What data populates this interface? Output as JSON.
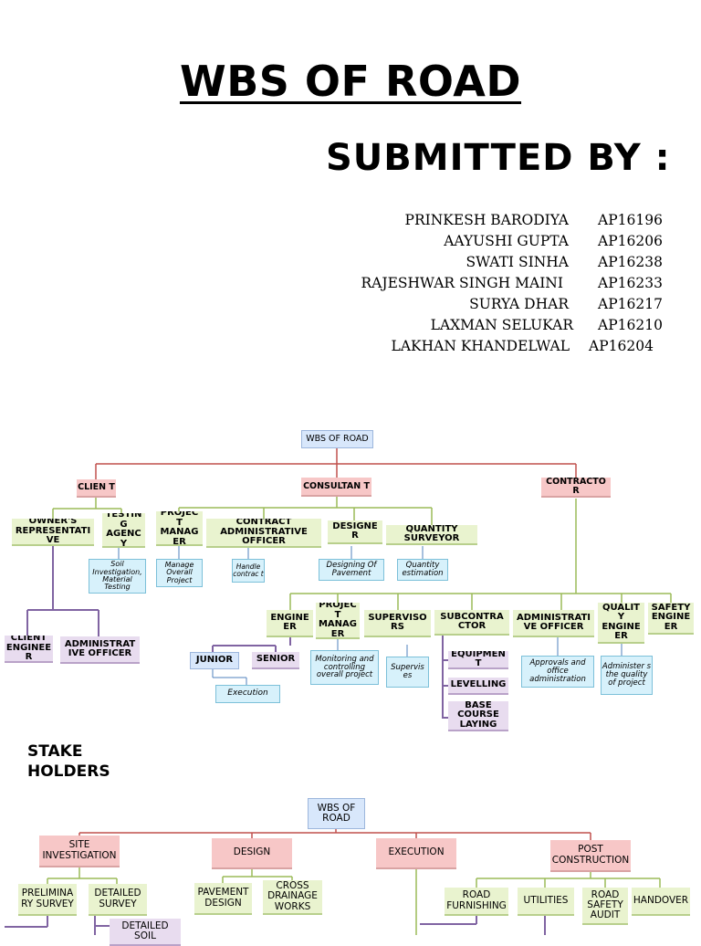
{
  "title": "WBS OF ROAD",
  "submitted_by": "SUBMITTED BY :",
  "members": [
    {
      "name": "PRINKESH BARODIYA",
      "id": "AP16196"
    },
    {
      "name": "AAYUSHI GUPTA",
      "id": "AP16206"
    },
    {
      "name": "SWATI SINHA",
      "id": "AP16238"
    },
    {
      "name": "RAJESHWAR SINGH MAINI",
      "id": "AP16233"
    },
    {
      "name": "SURYA DHAR",
      "id": "AP16217"
    },
    {
      "name": "LAXMAN SELUKAR",
      "id": "AP16210"
    },
    {
      "name": "LAKHAN KHANDELWAL",
      "id": "AP16204"
    }
  ],
  "stakeholders": {
    "section_label": "STAKE HOLDERS",
    "root": "WBS OF ROAD",
    "client": "CLIEN T",
    "consultant": "CONSULTAN T",
    "contractor": "CONTRACTO R",
    "owners_rep": "OWNER'S REPRESENTATI VE",
    "testing_agency": "TESTIN G AGENC Y",
    "client_engineer": "CLIENT ENGINEE R",
    "admin_officer_client": "ADMINISTRAT IVE OFFICER",
    "soil_testing": "Soil Investigation, Material Testing",
    "pm_consultant": "PROJEC T MANAG ER",
    "manage_project": "Manage Overall Project",
    "contract_admin": "CONTRACT ADMINISTRATIVE OFFICER",
    "handle_contract": "Handle contrac t",
    "designer": "DESIGNE R",
    "designing_pavement": "Designing Of Pavement",
    "quantity_surveyor": "QUANTITY SURVEYOR",
    "quantity_estimation": "Quantity estimation",
    "engineer": "ENGINE ER",
    "junior": "JUNIOR",
    "senior": "SENIOR",
    "execution_note": "Execution",
    "pm_contractor": "PROJEC T MANAG ER",
    "monitoring": "Monitoring and controlling overall project",
    "supervisors": "SUPERVISO RS",
    "supervises": "Supervis es",
    "subcontractor": "SUBCONTRA CTOR",
    "equipment": "EQUIPMEN T",
    "levelling": "LEVELLING",
    "base_course": "BASE COURSE LAYING",
    "admin_officer_contractor": "ADMINISTRATI VE OFFICER",
    "approvals": "Approvals and office administration",
    "quality_engineer": "QUALIT Y ENGINE ER",
    "administers_quality": "Administer s the quality of project",
    "safety_engineer": "SAFETY ENGINE ER"
  },
  "wbs": {
    "root": "WBS OF ROAD",
    "site_investigation": "SITE INVESTIGATION",
    "design": "DESIGN",
    "execution": "EXECUTION",
    "post_construction": "POST CONSTRUCTION",
    "preliminary_survey": "PRELIMINA RY SURVEY",
    "detailed_survey": "DETAILED SURVEY",
    "detailed_soil": "DETAILED SOIL",
    "pavement_design": "PAVEMENT DESIGN",
    "cross_drainage": "CROSS DRAINAGE WORKS",
    "road_furnishing": "ROAD FURNISHING",
    "utilities": "UTILITIES",
    "road_safety_audit": "ROAD SAFETY AUDIT",
    "handover": "HANDOVER"
  },
  "colors": {
    "red_line": "#c0504d",
    "green_line": "#9bbb59",
    "purple_line": "#8064a2",
    "blue_line": "#4f81bd"
  }
}
